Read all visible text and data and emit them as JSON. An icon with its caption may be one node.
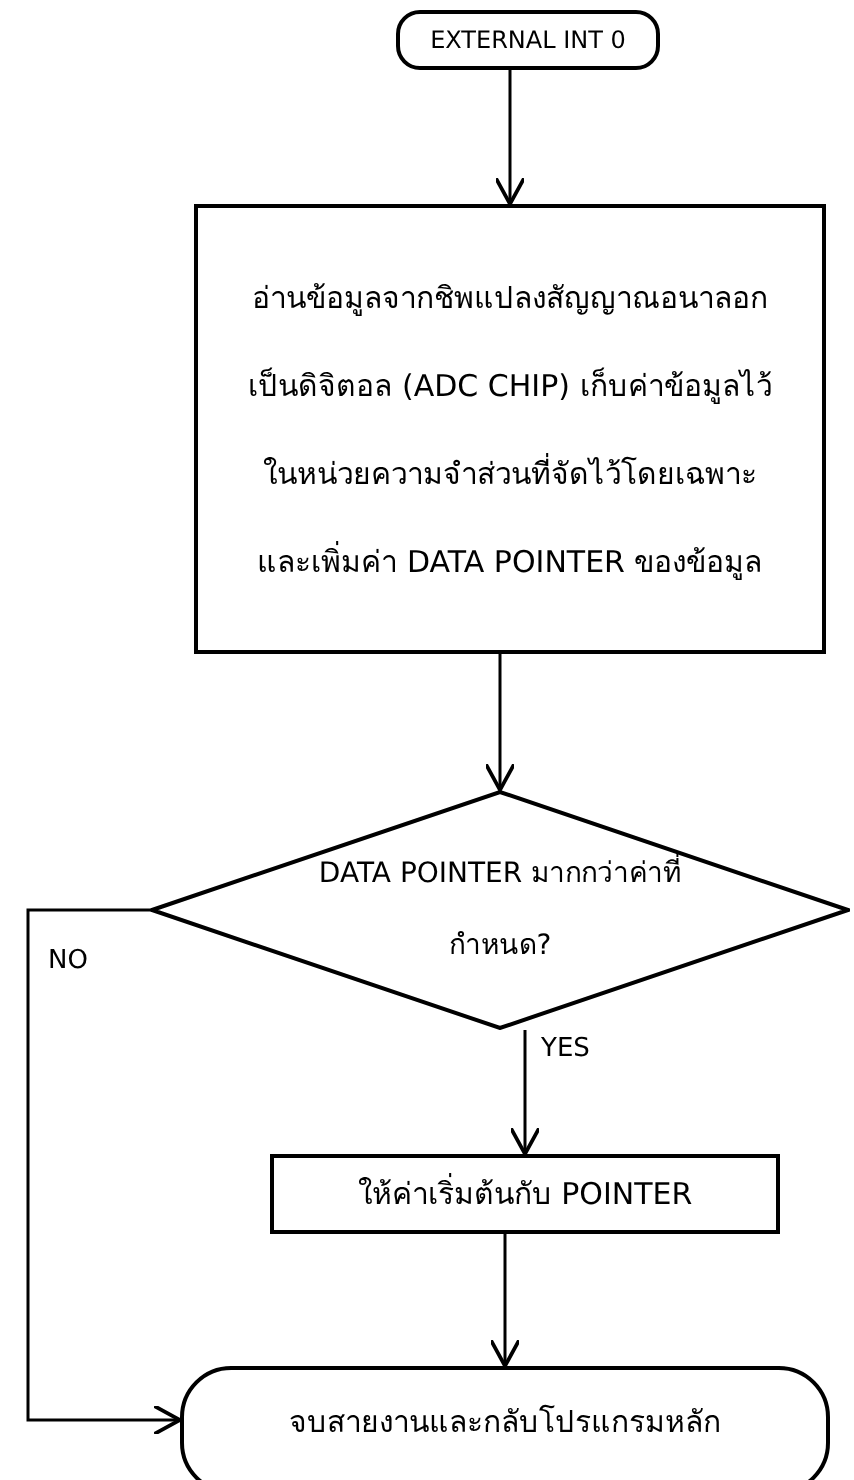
{
  "diagram": {
    "nodes": [
      {
        "text": [
          "EXTERNAL INT 0"
        ]
      },
      {
        "text": [
          "อ่านข้อมูลจากชิพแปลงสัญญาณอนาลอกเป็นดิจิตอล (ADC CHIP) เก็บค่าข้อมูลไว้ในหน่วยความจำส่วนที่จัดไว้โดยเฉพาะและเพิ่มค่า DATA POINTER ของข้อมูล"
        ]
      },
      {
        "text": [
          "DATA POINTER มากกว่าค่าที่กำหนด?"
        ]
      },
      {
        "text": [
          "ให้ค่าเริ่มต้นกับ POINTER"
        ]
      },
      {
        "text": [
          "จบสายงานและกลับโปรแกรมหลัก"
        ]
      }
    ],
    "edges": [
      {
        "from": 0,
        "to": 1,
        "arrow": "to"
      },
      {
        "from": 1,
        "to": 2,
        "arrow": "to"
      },
      {
        "from": 2,
        "to": 3,
        "arrow": "to",
        "label": "YES"
      },
      {
        "from": 2,
        "to": 4,
        "arrow": "to",
        "label": "NO"
      },
      {
        "from": 3,
        "to": 4,
        "arrow": "to"
      }
    ]
  }
}
